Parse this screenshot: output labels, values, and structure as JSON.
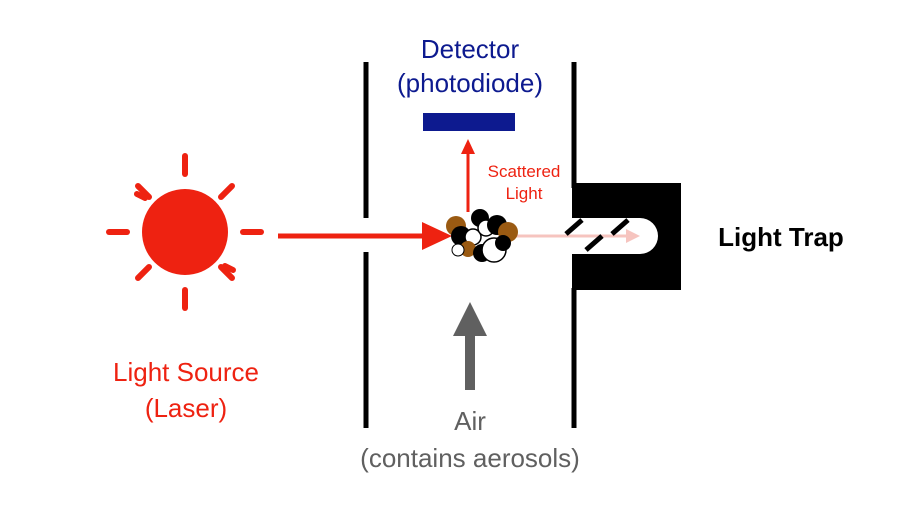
{
  "detector": {
    "title": "Detector",
    "subtitle": "(photodiode)"
  },
  "scatter": {
    "line1": "Scattered",
    "line2": "Light"
  },
  "trap": {
    "label": "Light Trap"
  },
  "source": {
    "title": "Light Source",
    "subtitle": "(Laser)"
  },
  "air": {
    "title": "Air",
    "subtitle": "(contains aerosols)"
  },
  "colors": {
    "red": "#ee2211",
    "navy": "#0d1a8f",
    "black": "#000000",
    "gray": "#606060",
    "brown": "#9a5a12",
    "pink": "#f6c4bf"
  }
}
